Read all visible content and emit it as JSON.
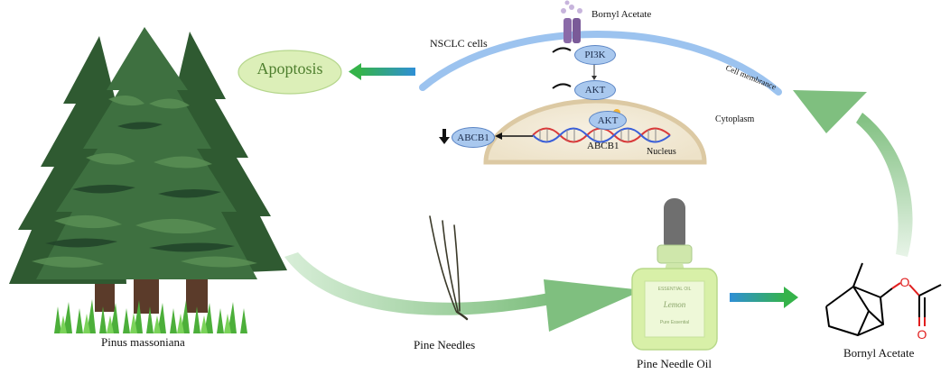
{
  "labels": {
    "tree": "Pinus massoniana",
    "needles": "Pine Needles",
    "oil": "Pine Needle Oil",
    "compound": "Bornyl Acetate",
    "compound_top": "Bornyl Acetate",
    "cells": "NSCLC cells",
    "apoptosis": "Apoptosis",
    "membrane": "Cell membrance",
    "cytoplasm": "Cytoplasm",
    "nucleus": "Nucleus",
    "gene": "ABCB1"
  },
  "nodes": {
    "pi3k": "PI3K",
    "akt_cyto": "AKT",
    "akt_nuc": "AKT",
    "abcb1_protein": "ABCB1"
  },
  "bottle": {
    "brand": "ESSENTIAL OIL",
    "name": "Lemon",
    "sub": "Pure Essential"
  },
  "colors": {
    "tree_dark": "#2f5a31",
    "tree_mid": "#3e7040",
    "arrow_green": "#7fbf7f",
    "membrane": "#9cc3ef",
    "node_fill": "#a9c8ee",
    "apoptosis_fill": "#dcefb8",
    "nucleus_fill": "#f1e9d6",
    "nucleus_ring": "#dcc9a3",
    "bottle_fill": "#d8f0a8",
    "dna_red": "#d93a3a",
    "dna_blue": "#3a5fd9",
    "oxygen_red": "#e01e1e"
  }
}
